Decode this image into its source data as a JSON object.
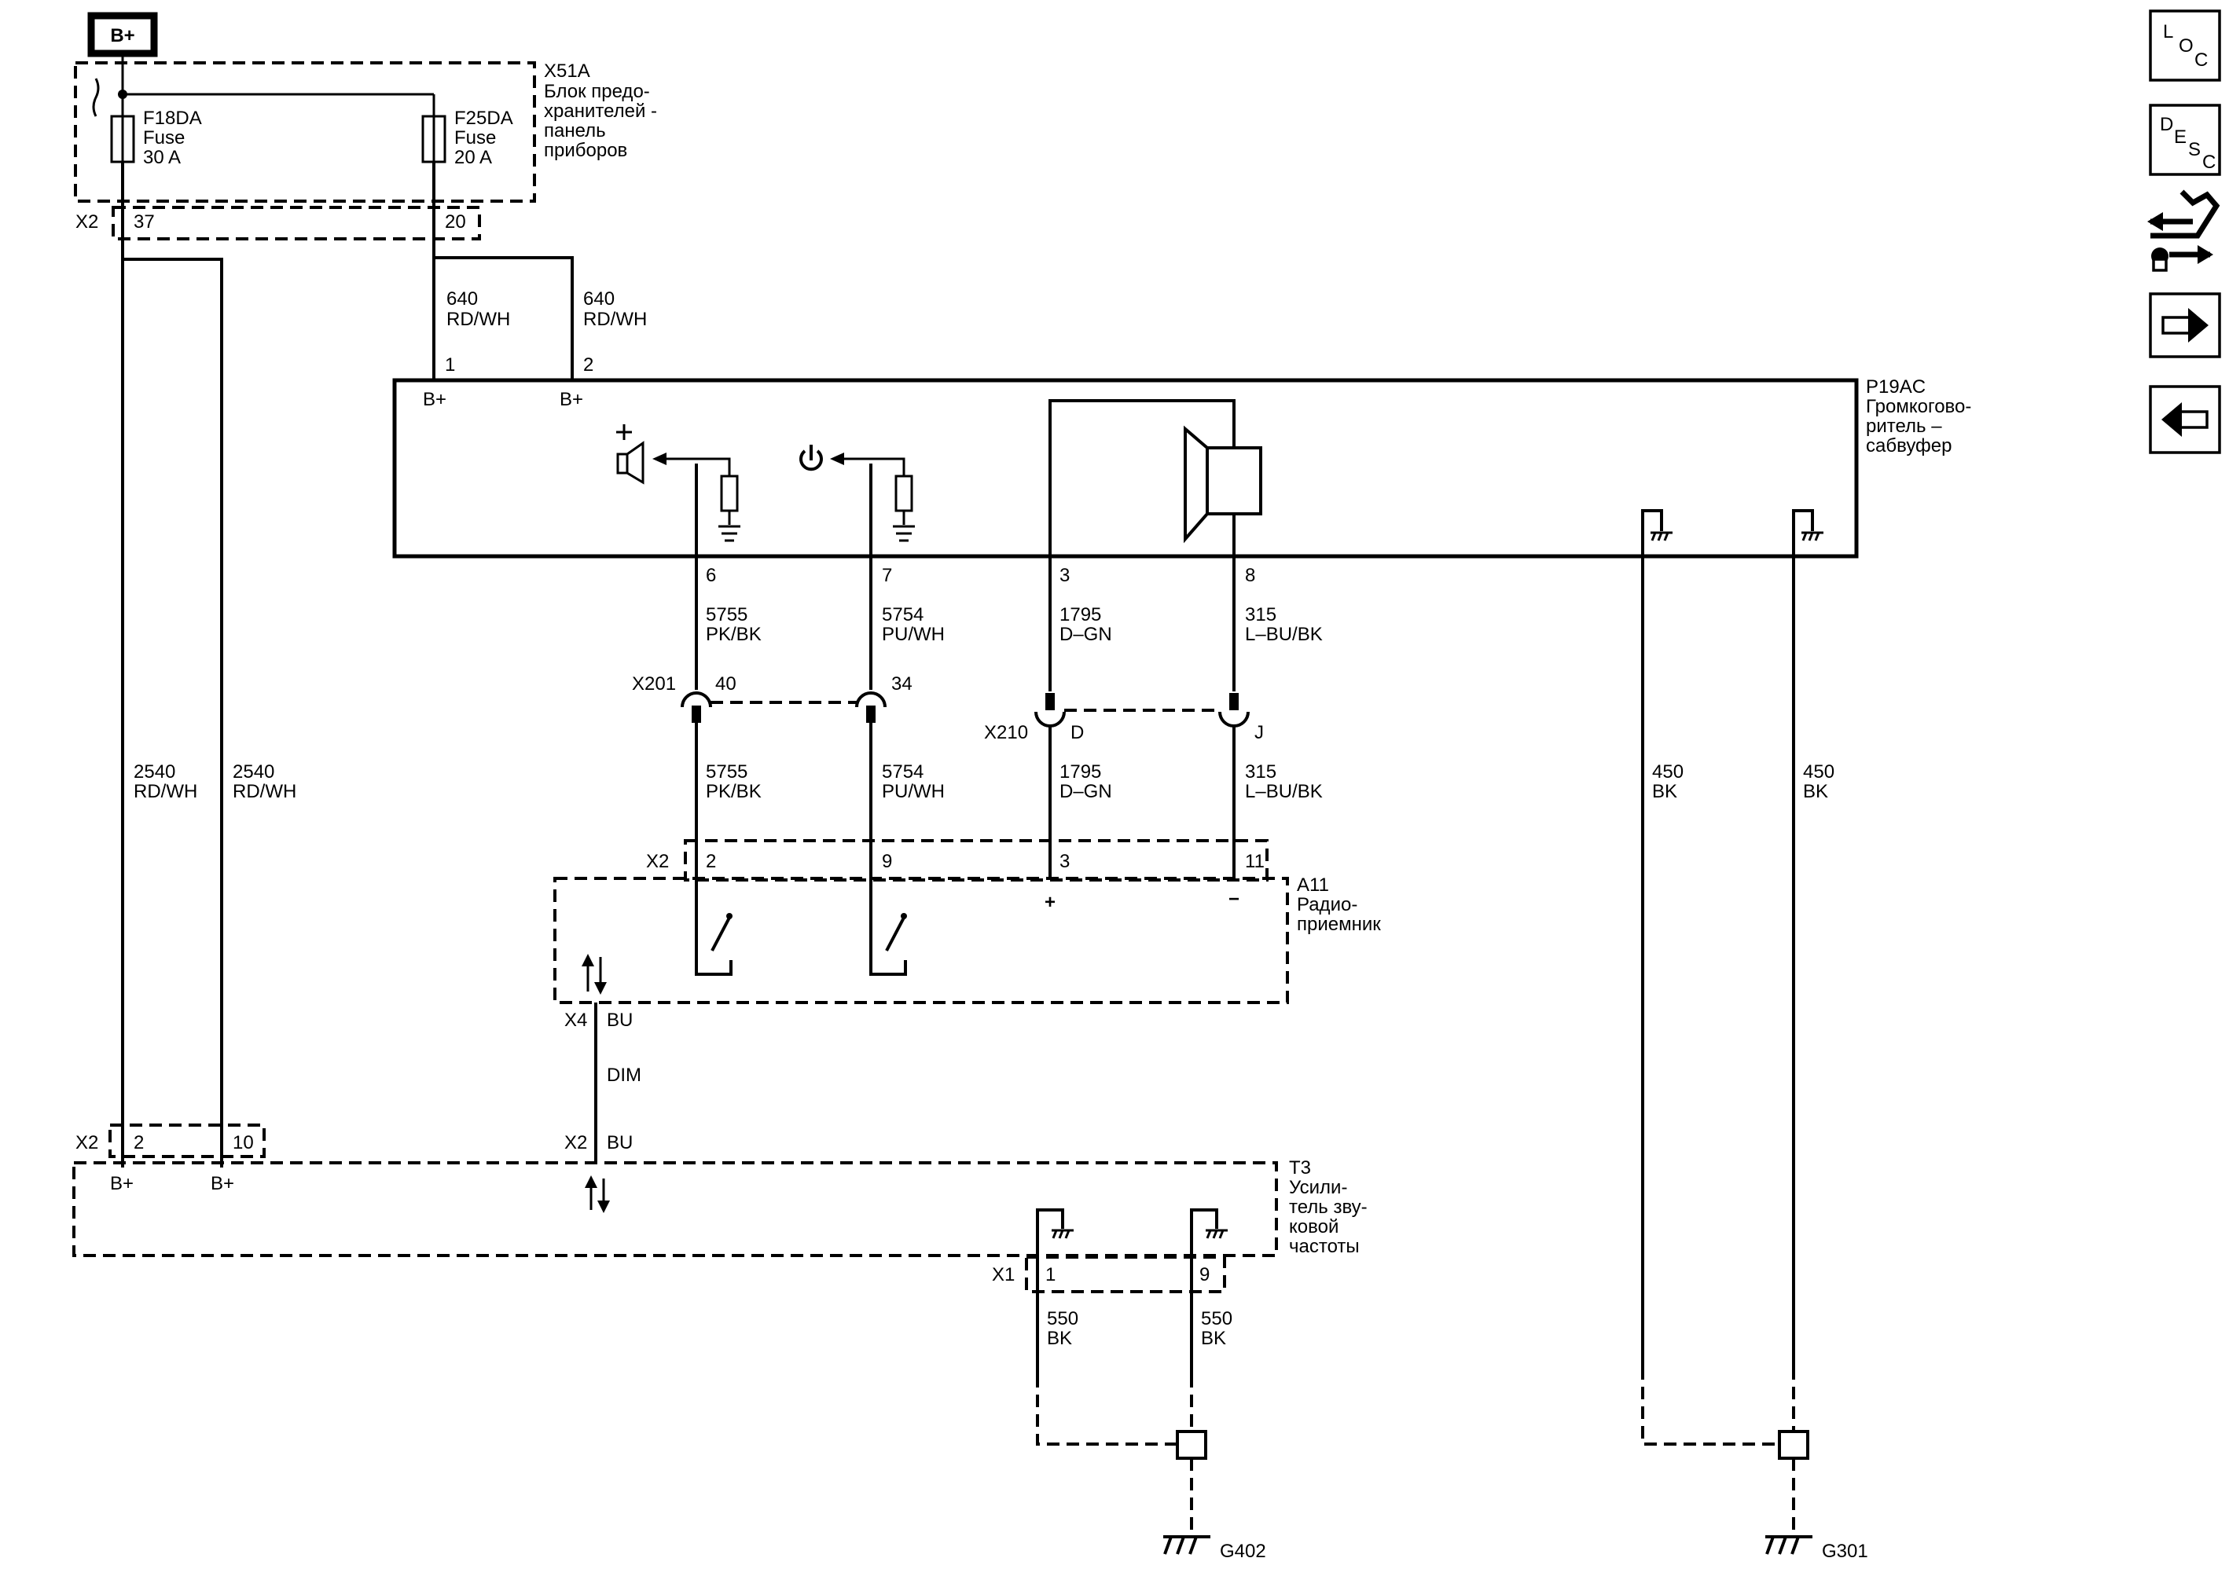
{
  "power": {
    "source_label": "B+"
  },
  "fuse_block": {
    "ref": "X51A",
    "name_lines": [
      "Блок предо-",
      "хранителей -",
      "панель",
      "приборов"
    ],
    "connector": "X2",
    "pins": [
      "37",
      "20"
    ]
  },
  "fuses": [
    {
      "name": "F18DA",
      "type": "Fuse",
      "rating": "30 A"
    },
    {
      "name": "F25DA",
      "type": "Fuse",
      "rating": "20 A"
    }
  ],
  "speaker_module": {
    "ref": "P19AC",
    "name_lines": [
      "Громкогово-",
      "ритель –",
      "сабвуфер"
    ],
    "pin_labels": [
      "B+",
      "B+"
    ],
    "pins": [
      "1",
      "2",
      "6",
      "7",
      "3",
      "8"
    ]
  },
  "radio": {
    "ref": "A11",
    "name_lines": [
      "Радио-",
      "приемник"
    ],
    "connector": "X2",
    "pins": [
      "2",
      "9",
      "3",
      "11"
    ],
    "polarity": [
      "+",
      "−"
    ],
    "x4_connector": "X4",
    "x4_pin": "BU"
  },
  "amplifier": {
    "ref": "T3",
    "name_lines": [
      "Усили-",
      "тель зву-",
      "ковой",
      "частоты"
    ],
    "x2_connector": "X2",
    "x2_pins": [
      "2",
      "10"
    ],
    "pin_labels": [
      "B+",
      "B+"
    ],
    "x2_bu": "BU",
    "x1_connector": "X1",
    "x1_pins": [
      "1",
      "9"
    ]
  },
  "wires": {
    "fuse_to_speaker": [
      {
        "circuit": "640",
        "color": "RD/WH"
      },
      {
        "circuit": "640",
        "color": "RD/WH"
      }
    ],
    "fuse_to_amp": [
      {
        "circuit": "2540",
        "color": "RD/WH"
      },
      {
        "circuit": "2540",
        "color": "RD/WH"
      }
    ],
    "speaker_upper": [
      {
        "circuit": "5755",
        "color": "PK/BK"
      },
      {
        "circuit": "5754",
        "color": "PU/WH"
      },
      {
        "circuit": "1795",
        "color": "D–GN"
      },
      {
        "circuit": "315",
        "color": "L–BU/BK"
      }
    ],
    "speaker_lower": [
      {
        "circuit": "5755",
        "color": "PK/BK"
      },
      {
        "circuit": "5754",
        "color": "PU/WH"
      },
      {
        "circuit": "1795",
        "color": "D–GN"
      },
      {
        "circuit": "315",
        "color": "L–BU/BK"
      }
    ],
    "ground_speaker": [
      {
        "circuit": "450",
        "color": "BK"
      },
      {
        "circuit": "450",
        "color": "BK"
      }
    ],
    "ground_amp": [
      {
        "circuit": "550",
        "color": "BK"
      },
      {
        "circuit": "550",
        "color": "BK"
      }
    ],
    "dim_label": "DIM"
  },
  "inline_connectors": {
    "x201": {
      "ref": "X201",
      "pins": [
        "40",
        "34"
      ]
    },
    "x210": {
      "ref": "X210",
      "pins": [
        "D",
        "J"
      ]
    }
  },
  "grounds": [
    "G402",
    "G301"
  ],
  "nav": {
    "loc": [
      "L",
      "O",
      "C"
    ],
    "desc": [
      "D",
      "E",
      "S",
      "C"
    ],
    "icons": [
      "connector-end-view-icon",
      "next-page-arrow-icon",
      "previous-page-arrow-icon"
    ]
  }
}
